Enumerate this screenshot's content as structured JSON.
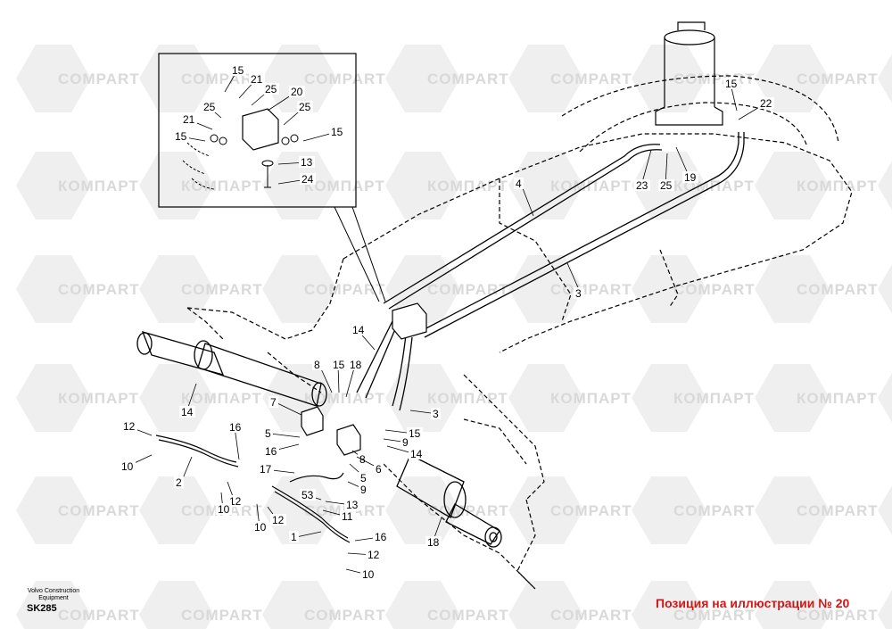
{
  "watermark": {
    "latin": "COMPART",
    "cyrillic": "КОМПАРТ"
  },
  "diagram": {
    "code": "SK285",
    "manufacturer_lines": [
      "Volvo Construction",
      "Equipment"
    ],
    "caption": "Позиция на иллюстрации № 20",
    "callouts": [
      "15",
      "21",
      "25",
      "20",
      "25",
      "21",
      "15",
      "15",
      "13",
      "24",
      "25",
      "4",
      "22",
      "15",
      "23",
      "25",
      "19",
      "3",
      "14",
      "8",
      "15",
      "18",
      "14",
      "7",
      "3",
      "16",
      "15",
      "12",
      "5",
      "9",
      "14",
      "10",
      "16",
      "8",
      "2",
      "17",
      "6",
      "12",
      "5",
      "10",
      "53",
      "9",
      "10",
      "12",
      "13",
      "11",
      "1",
      "16",
      "18",
      "12",
      "10"
    ]
  },
  "colors": {
    "caption": "#d01818",
    "watermark": "#d9d9d9"
  }
}
